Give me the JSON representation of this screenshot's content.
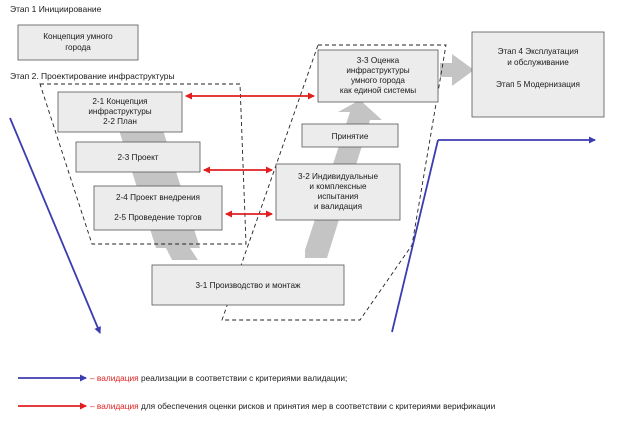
{
  "stages": {
    "stage1": "Этап 1 Инициирование",
    "stage2": "Этап 2. Проектирование инфраструктуры"
  },
  "boxes": {
    "concept": [
      "Концепция умного",
      "города"
    ],
    "b21": [
      "2-1 Концепция",
      "инфраструктуры",
      "2-2 План"
    ],
    "b23": [
      "2-3 Проект"
    ],
    "b24": [
      "2-4 Проект внедрения",
      "",
      "2-5 Проведение торгов"
    ],
    "b31": [
      "3-1 Производство и монтаж"
    ],
    "b32": [
      "3-2 Индивидуальные",
      "и комплексные",
      "испытания",
      "и валидация"
    ],
    "accept": [
      "Принятие"
    ],
    "b33": [
      "3-3 Оценка",
      "инфраструктуры",
      "умного города",
      "как единой системы"
    ],
    "stage45": [
      "Этап 4 Эксплуатация",
      "и обслуживание",
      "",
      "Этап 5 Модернизация"
    ]
  },
  "legend": {
    "blue": {
      "keyword": "– валидация",
      "text": " реализации в соответствии с критериями валидации;"
    },
    "red": {
      "keyword": "– валидация",
      "text": " для обеспечения оценки рисков и принятия мер в соответствии с критериями верификации"
    }
  },
  "colors": {
    "blue": "#3b3cb0",
    "red": "#e02020",
    "grey_arrow": "#c4c4c4",
    "box_fill": "#ececec",
    "box_border": "#555555"
  }
}
